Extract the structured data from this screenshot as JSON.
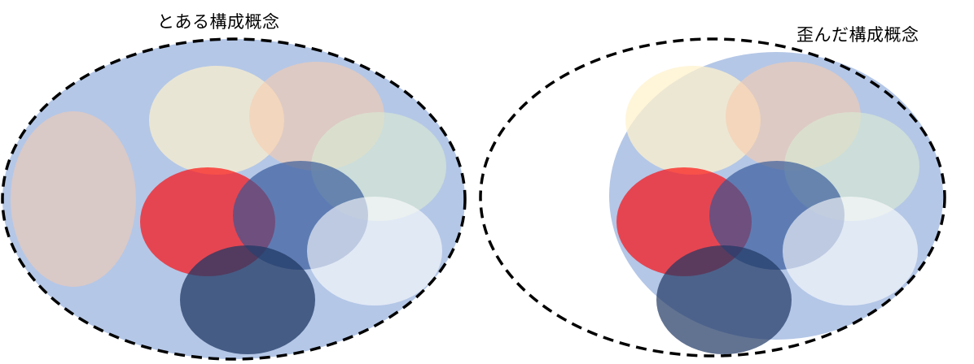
{
  "diagrams": [
    {
      "id": "original",
      "title": "とある構成概念",
      "boundary_color": "#000000",
      "body_color": "#b4c7e7",
      "parts": [
        {
          "name": "pink-left",
          "color": "#f8cbad",
          "opacity": 0.55
        },
        {
          "name": "yellow",
          "color": "#fff2cc",
          "opacity": 0.7
        },
        {
          "name": "pink-top",
          "color": "#f8cbad",
          "opacity": 0.6
        },
        {
          "name": "green",
          "color": "#d9ead3",
          "opacity": 0.65
        },
        {
          "name": "red",
          "color": "#ff0000",
          "opacity": 0.65
        },
        {
          "name": "blue",
          "color": "#2f5597",
          "opacity": 0.65
        },
        {
          "name": "white",
          "color": "#ffffff",
          "opacity": 0.6
        },
        {
          "name": "navy",
          "color": "#203864",
          "opacity": 0.75
        }
      ]
    },
    {
      "id": "distorted",
      "title": "歪んだ構成概念",
      "boundary_color": "#000000",
      "body_color": "#b4c7e7",
      "parts": [
        {
          "name": "yellow",
          "color": "#fff2cc",
          "opacity": 0.75
        },
        {
          "name": "pink-top",
          "color": "#f8cbad",
          "opacity": 0.6
        },
        {
          "name": "green",
          "color": "#d9ead3",
          "opacity": 0.65
        },
        {
          "name": "red",
          "color": "#ff0000",
          "opacity": 0.65
        },
        {
          "name": "blue",
          "color": "#2f5597",
          "opacity": 0.65
        },
        {
          "name": "white",
          "color": "#ffffff",
          "opacity": 0.6
        },
        {
          "name": "navy",
          "color": "#203864",
          "opacity": 0.7
        }
      ]
    }
  ]
}
